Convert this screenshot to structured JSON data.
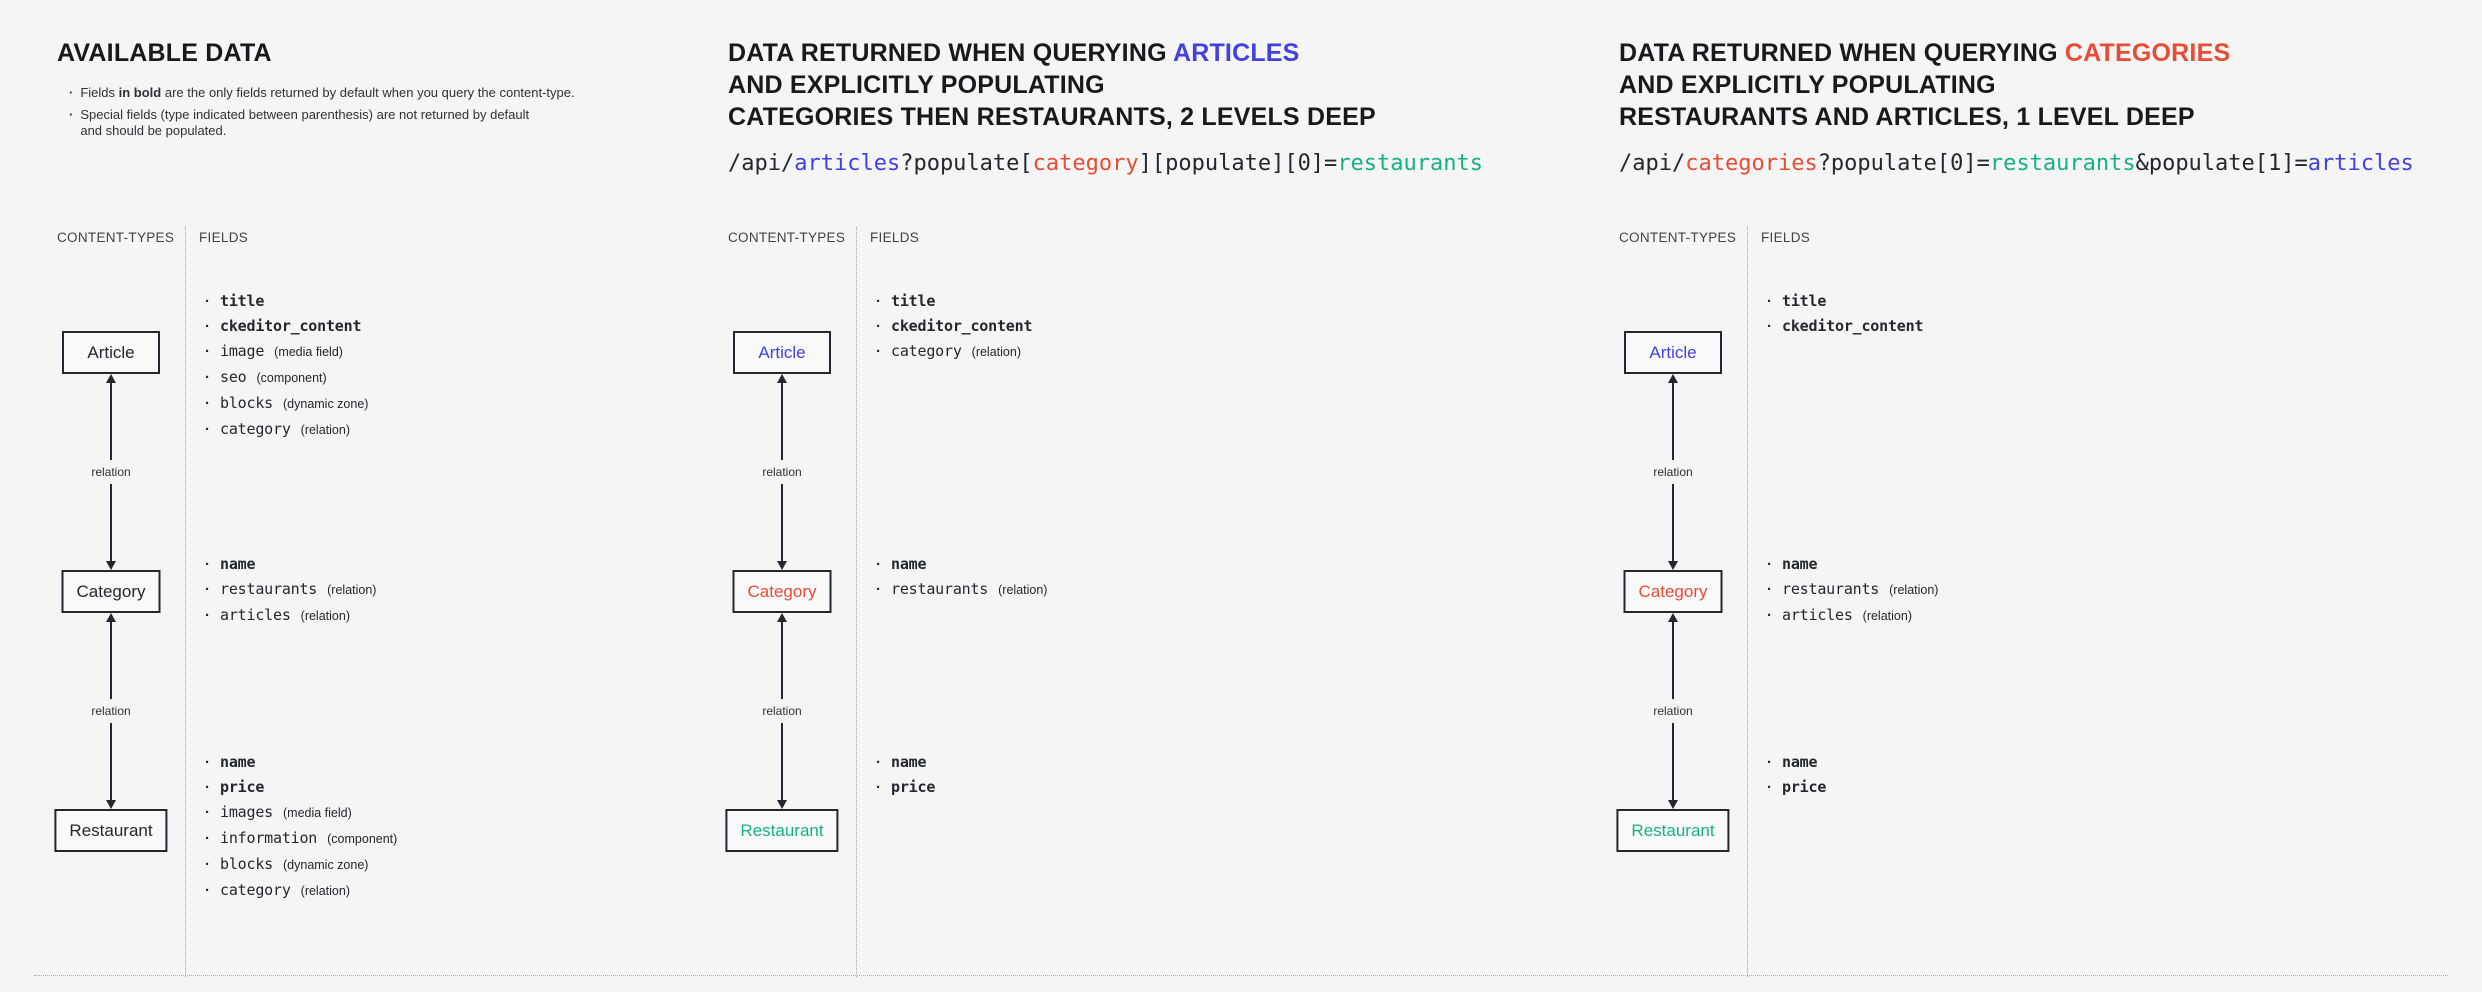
{
  "colors": {
    "article": "#4141e0",
    "category": "#e74c34",
    "restaurant": "#14b283",
    "ink": "#23272e",
    "background": "#f5f5f5"
  },
  "relation_label": "relation",
  "panels": [
    {
      "title": {
        "line1_prefix": "AVAILABLE DATA"
      },
      "notes": [
        {
          "prefix": "Fields ",
          "bold": "in bold",
          "suffix": " are the only fields returned by default when you query the content-type."
        },
        {
          "line1": "Special fields (type indicated between parenthesis) are not returned by default",
          "line2": "and should be populated."
        }
      ],
      "types_header": "CONTENT-TYPES",
      "fields_header": "FIELDS",
      "nodes": [
        {
          "label": "Article",
          "fields": [
            {
              "name": "title",
              "bold": true
            },
            {
              "name": "ckeditor_content",
              "bold": true
            },
            {
              "name": "image",
              "bold": false,
              "type": "(media field)"
            },
            {
              "name": "seo",
              "bold": false,
              "type": "(component)"
            },
            {
              "name": "blocks",
              "bold": false,
              "type": "(dynamic zone)"
            },
            {
              "name": "category",
              "bold": false,
              "type": "(relation)"
            }
          ]
        },
        {
          "label": "Category",
          "fields": [
            {
              "name": "name",
              "bold": true
            },
            {
              "name": "restaurants",
              "bold": false,
              "type": "(relation)"
            },
            {
              "name": "articles",
              "bold": false,
              "type": "(relation)"
            }
          ]
        },
        {
          "label": "Restaurant",
          "fields": [
            {
              "name": "name",
              "bold": true
            },
            {
              "name": "price",
              "bold": true
            },
            {
              "name": "images",
              "bold": false,
              "type": "(media field)"
            },
            {
              "name": "information",
              "bold": false,
              "type": "(component)"
            },
            {
              "name": "blocks",
              "bold": false,
              "type": "(dynamic zone)"
            },
            {
              "name": "category",
              "bold": false,
              "type": "(relation)"
            }
          ]
        }
      ]
    },
    {
      "title": {
        "line1_prefix": "DATA RETURNED WHEN QUERYING ",
        "line1_highlight": "ARTICLES",
        "highlight_color": "article",
        "line2": "AND EXPLICITLY POPULATING",
        "line3": "CATEGORIES THEN RESTAURANTS, 2 LEVELS DEEP"
      },
      "code": [
        {
          "text": "/api/",
          "color": "default"
        },
        {
          "text": "articles",
          "color": "article"
        },
        {
          "text": "?populate[",
          "color": "default"
        },
        {
          "text": "category",
          "color": "category"
        },
        {
          "text": "][populate][0]=",
          "color": "default"
        },
        {
          "text": "restaurants",
          "color": "restaurant"
        }
      ],
      "types_header": "CONTENT-TYPES",
      "fields_header": "FIELDS",
      "nodes": [
        {
          "label": "Article",
          "color": "article",
          "fields": [
            {
              "name": "title",
              "bold": true,
              "color": "default"
            },
            {
              "name": "ckeditor_content",
              "bold": true,
              "color": "default"
            },
            {
              "name": "category",
              "bold": false,
              "type": "(relation)",
              "color": "category"
            }
          ]
        },
        {
          "label": "Category",
          "color": "category",
          "fields": [
            {
              "name": "name",
              "bold": true,
              "color": "default"
            },
            {
              "name": "restaurants",
              "bold": false,
              "type": "(relation)",
              "color": "restaurant"
            }
          ]
        },
        {
          "label": "Restaurant",
          "color": "restaurant",
          "fields": [
            {
              "name": "name",
              "bold": true,
              "color": "default"
            },
            {
              "name": "price",
              "bold": true,
              "color": "default"
            }
          ]
        }
      ]
    },
    {
      "title": {
        "line1_prefix": "DATA RETURNED WHEN QUERYING ",
        "line1_highlight": "CATEGORIES",
        "highlight_color": "category",
        "line2": "AND EXPLICITLY POPULATING",
        "line3": "RESTAURANTS AND ARTICLES, 1 LEVEL DEEP"
      },
      "code": [
        {
          "text": "/api/",
          "color": "default"
        },
        {
          "text": "categories",
          "color": "category"
        },
        {
          "text": "?populate[0]=",
          "color": "default"
        },
        {
          "text": "restaurants",
          "color": "restaurant"
        },
        {
          "text": "&populate[1]=",
          "color": "default"
        },
        {
          "text": "articles",
          "color": "article"
        }
      ],
      "types_header": "CONTENT-TYPES",
      "fields_header": "FIELDS",
      "nodes": [
        {
          "label": "Article",
          "color": "article",
          "fields": [
            {
              "name": "title",
              "bold": true,
              "color": "default"
            },
            {
              "name": "ckeditor_content",
              "bold": true,
              "color": "default"
            }
          ]
        },
        {
          "label": "Category",
          "color": "category",
          "fields": [
            {
              "name": "name",
              "bold": true,
              "color": "default"
            },
            {
              "name": "restaurants",
              "bold": false,
              "type": "(relation)",
              "color": "restaurant"
            },
            {
              "name": "articles",
              "bold": false,
              "type": "(relation)",
              "color": "article"
            }
          ]
        },
        {
          "label": "Restaurant",
          "color": "restaurant",
          "fields": [
            {
              "name": "name",
              "bold": true,
              "color": "default"
            },
            {
              "name": "price",
              "bold": true,
              "color": "default"
            }
          ]
        }
      ]
    }
  ]
}
